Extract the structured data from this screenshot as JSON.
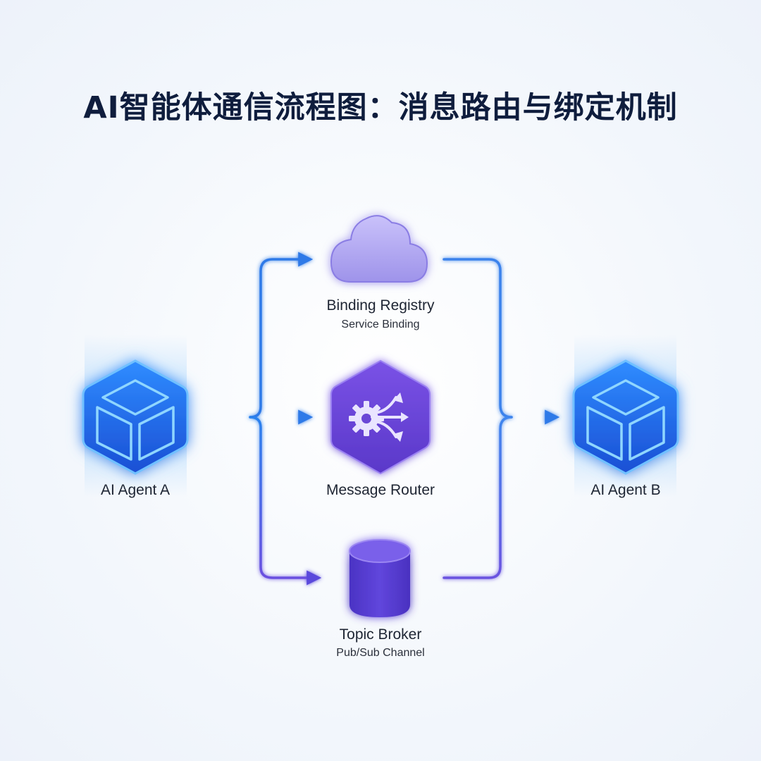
{
  "title": "AI智能体通信流程图：消息路由与绑定机制",
  "nodes": {
    "agent_a": {
      "label": "AI Agent A",
      "icon": "cube-icon"
    },
    "agent_b": {
      "label": "AI Agent B",
      "icon": "cube-icon"
    },
    "registry": {
      "label": "Binding Registry",
      "sublabel": "Service Binding",
      "icon": "cloud-icon"
    },
    "router": {
      "label": "Message Router",
      "icon": "gear-arrows-icon"
    },
    "broker": {
      "label": "Topic Broker",
      "sublabel": "Pub/Sub Channel",
      "icon": "database-cylinder-icon"
    }
  },
  "colors": {
    "agent_blue": "#1e63e8",
    "agent_glow": "#4aa8ff",
    "router_purple": "#6a45d8",
    "registry_lavender": "#b4a8f0",
    "broker_indigo": "#5a3fd6",
    "connector_blue": "#2f7ae8",
    "connector_purple": "#6a4fe0"
  }
}
